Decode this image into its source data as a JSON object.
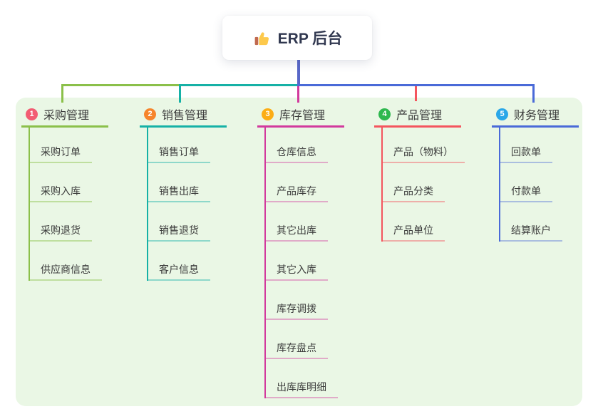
{
  "root": {
    "title": "ERP 后台",
    "icon": "thumbs-up-icon"
  },
  "colors": {
    "page_bg": "#ffffff",
    "panel_bg": "#eaf7e5",
    "root_line": "#5867c8",
    "node_text": "#3b3b3b",
    "root_text": "#313850",
    "thumb_yellow": "#fdc94c",
    "thumb_cuff": "#c1694f"
  },
  "branches": [
    {
      "badge": "1",
      "label": "采购管理",
      "badge_color": "#f25c72",
      "line_color": "#8bc04a",
      "sub_line_color": "#8bc04a73",
      "children": [
        "采购订单",
        "采购入库",
        "采购退货",
        "供应商信息"
      ]
    },
    {
      "badge": "2",
      "label": "销售管理",
      "badge_color": "#f6852c",
      "line_color": "#16b1a6",
      "sub_line_color": "#16b1a66e",
      "children": [
        "销售订单",
        "销售出库",
        "销售退货",
        "客户信息"
      ]
    },
    {
      "badge": "3",
      "label": "库存管理",
      "badge_color": "#fcad15",
      "line_color": "#d23a9d",
      "sub_line_color": "#d23a9d66",
      "children": [
        "仓库信息",
        "产品库存",
        "其它出库",
        "其它入库",
        "库存调拨",
        "库存盘点",
        "出库库明细"
      ]
    },
    {
      "badge": "4",
      "label": "产品管理",
      "badge_color": "#2eb84e",
      "line_color": "#f4555e",
      "sub_line_color": "#f4555e70",
      "children": [
        "产品（物料）",
        "产品分类",
        "产品单位"
      ]
    },
    {
      "badge": "5",
      "label": "财务管理",
      "badge_color": "#2aa7e8",
      "line_color": "#4a6ad8",
      "sub_line_color": "#4a6ad866",
      "children": [
        "回款单",
        "付款单",
        "结算账户"
      ]
    }
  ]
}
